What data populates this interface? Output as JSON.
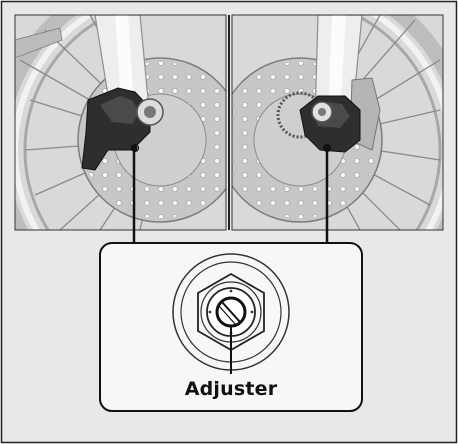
{
  "labels": {
    "adjuster": "Adjuster"
  },
  "colors": {
    "background_panel": "#e8e8e8",
    "frame": "#222222",
    "photo_background": "#d6d6d6",
    "detail_box": "#f7f7f7"
  },
  "icons": {
    "left_photo": "front-wheel-left-side-illustration",
    "right_photo": "front-wheel-right-side-illustration",
    "detail": "hex-adjuster-detail-icon"
  }
}
